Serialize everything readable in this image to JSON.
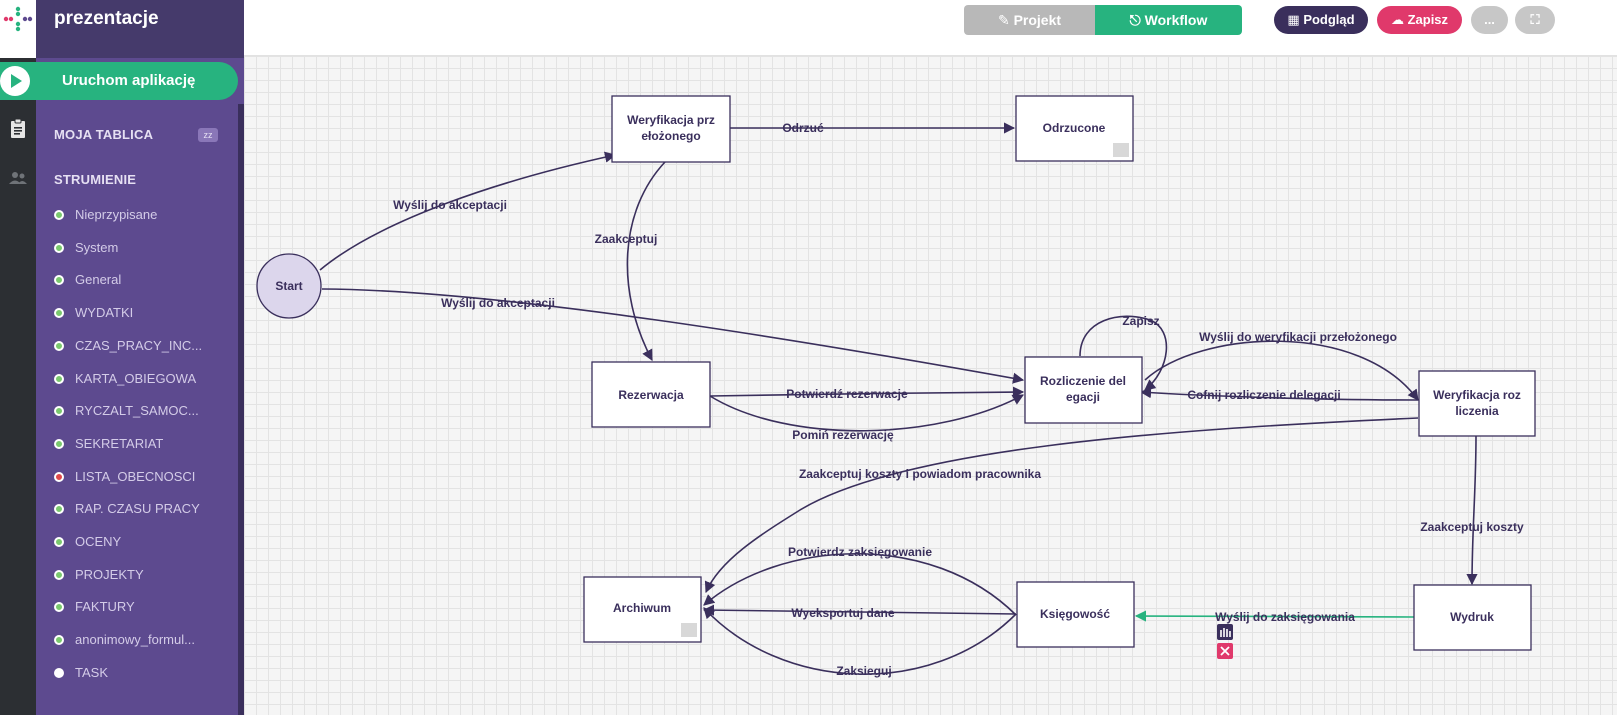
{
  "app": {
    "title": "prezentacje",
    "run_label": "Uruchom aplikację"
  },
  "sidebar": {
    "section_board": "MOJA TABLICA",
    "board_badge": "zz",
    "section_streams": "STRUMIENIE",
    "streams": [
      {
        "label": "Nieprzypisane",
        "dot": "green"
      },
      {
        "label": "System",
        "dot": "green"
      },
      {
        "label": "General",
        "dot": "green"
      },
      {
        "label": "WYDATKI",
        "dot": "green"
      },
      {
        "label": "CZAS_PRACY_INC...",
        "dot": "green"
      },
      {
        "label": "KARTA_OBIEGOWA",
        "dot": "green"
      },
      {
        "label": "RYCZALT_SAMOC...",
        "dot": "green"
      },
      {
        "label": "SEKRETARIAT",
        "dot": "green"
      },
      {
        "label": "LISTA_OBECNOSCI",
        "dot": "red"
      },
      {
        "label": "RAP. CZASU PRACY",
        "dot": "green"
      },
      {
        "label": "OCENY",
        "dot": "green"
      },
      {
        "label": "PROJEKTY",
        "dot": "green"
      },
      {
        "label": "FAKTURY",
        "dot": "green"
      },
      {
        "label": "anonimowy_formul...",
        "dot": "green"
      },
      {
        "label": "TASK",
        "dot": "white"
      }
    ]
  },
  "toolbar": {
    "projekt": "Projekt",
    "workflow": "Workflow",
    "podglad": "Podgląd",
    "zapisz": "Zapisz",
    "more": "..."
  },
  "colors": {
    "accent_green": "#27b37f",
    "sidebar_purple": "#5d4a8f",
    "dark_purple": "#3a2f5c",
    "pink": "#e0396b",
    "node_stroke": "#3a2f5c"
  },
  "workflow": {
    "nodes": {
      "start": "Start",
      "weryfikacja_a": "Weryfikacja prz",
      "weryfikacja_b": "ełożonego",
      "odrzucone": "Odrzucone",
      "rezerwacja": "Rezerwacja",
      "rozliczenie_a": "Rozliczenie del",
      "rozliczenie_b": "egacji",
      "wer_rozl_a": "Weryfikacja roz",
      "wer_rozl_b": "liczenia",
      "archiwum": "Archiwum",
      "ksiegowosc": "Księgowość",
      "wydruk": "Wydruk"
    },
    "edges": {
      "wyslij1": "Wyślij do akceptacji",
      "odrzuc": "Odrzuć",
      "zaakceptuj": "Zaakceptuj",
      "wyslij2": "Wyślij do akceptacji",
      "zapisz": "Zapisz",
      "wyslij_wer": "Wyślij do weryfikacji przełożonego",
      "potwierdz_rez": "Potwierdź rezerwacje",
      "cofnij": "Cofnij rozliczenie delegacji",
      "pomin_rez": "Pomiń rezerwację",
      "zaakceptuj_koszty_pow": "Zaakceptuj koszty i powiadom pracownika",
      "zaakceptuj_koszty": "Zaakceptuj koszty",
      "potwierdz_zaks": "Potwierdz zaksięgowanie",
      "wyeksportuj": "Wyeksportuj dane",
      "wyslij_zaks": "Wyślij do zaksięgowania",
      "zaksieguj": "Zaksieguj"
    }
  }
}
